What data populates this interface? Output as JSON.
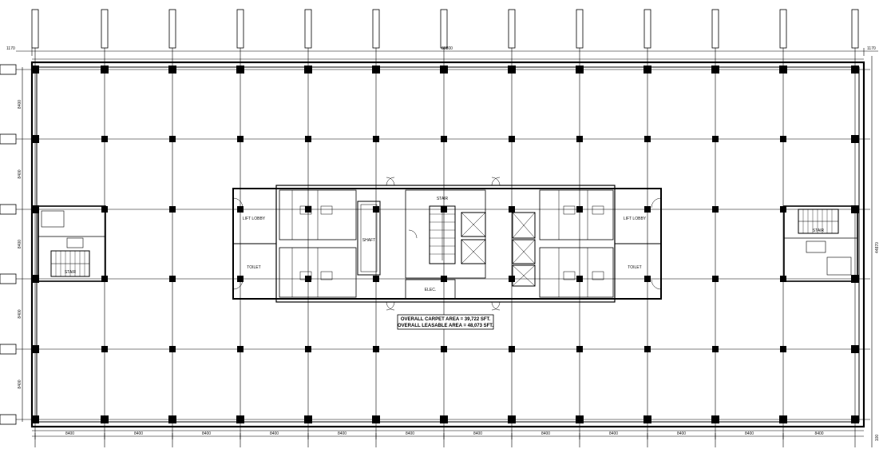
{
  "drawing": {
    "area_notes": [
      "OVERALL CARPET AREA = 39,722 SFT.",
      "OVERALL LEASABLE AREA = 48,073 SFT."
    ],
    "dimensions": {
      "bay_spacing": "8400",
      "left_offset": "1170",
      "right_offset": "1170",
      "overall_width": "88800",
      "overall_depth": "44870",
      "right_end": "100",
      "bottom_right": "100"
    },
    "grid": {
      "column_count": 13,
      "row_count": 6
    },
    "room_labels": {
      "lift_lobby": "LIFT LOBBY",
      "toilet": "TOILET",
      "shaft": "SHAFT",
      "stair": "STAIR",
      "electrical": "ELEC."
    }
  }
}
